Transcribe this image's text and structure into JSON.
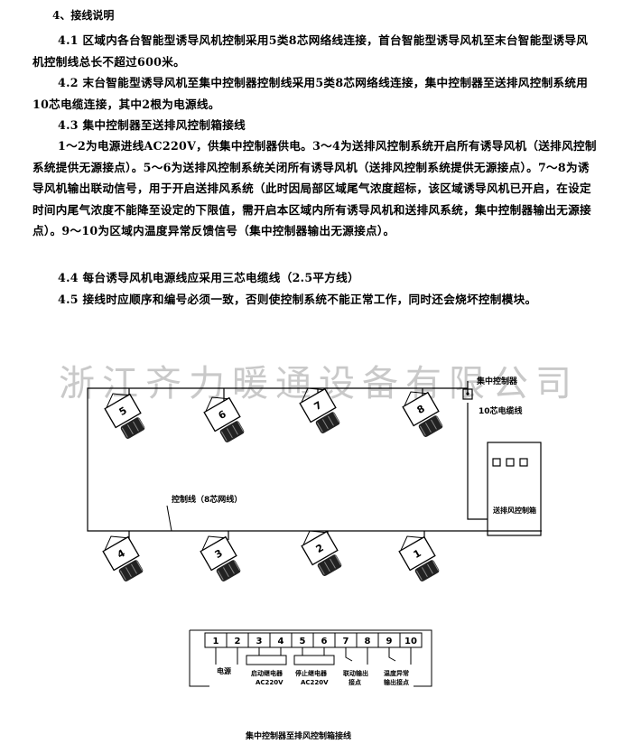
{
  "section": {
    "heading": "4、接线说明"
  },
  "paragraphs": [
    {
      "id": "p41",
      "text": "4.1 区域内各台智能型诱导风机控制采用5类8芯网络线连接，首台智能型诱导风机至末台智能型诱导风机控制线总长不超过600米。"
    },
    {
      "id": "p42",
      "text": "4.2 末台智能型诱导风机至集中控制器控制线采用5类8芯网络线连接，集中控制器至送排风控制系统用10芯电缆连接，其中2根为电源线。"
    },
    {
      "id": "p43",
      "text": "4.3 集中控制器至送排风控制箱接线"
    },
    {
      "id": "p43b",
      "text": "1～2为电源进线AC220V，供集中控制器供电。3～4为送排风控制系统开启所有诱导风机（送排风控制系统提供无源接点）。5～6为送排风控制系统关闭所有诱导风机（送排风控制系统提供无源接点）。7～8为诱导风机输出联动信号，用于开启送排风系统（此时因局部区域尾气浓度超标，该区域诱导风机已开启，在设定时间内尾气浓度不能降至设定的下限值，需开启本区域内所有诱导风机和送排风系统，集中控制器输出无源接点）。9～10为区域内温度异常反馈信号（集中控制器输出无源接点）。"
    },
    {
      "id": "p44",
      "text": "4.4 每台诱导风机电源线应采用三芯电缆线（2.5平方线）"
    },
    {
      "id": "p45",
      "text": "4.5 接线时应顺序和编号必须一致，否则使控制系统不能正常工作，同时还会烧坏控制模块。"
    }
  ],
  "watermark": "浙江齐力暖通设备有限公司",
  "diagram": {
    "fan_numbers": [
      "5",
      "6",
      "7",
      "8",
      "4",
      "3",
      "2",
      "1"
    ],
    "label_controller": "集中控制器",
    "label_cable": "10芯电缆线",
    "label_control_line": "控制线（8芯网线）",
    "label_box": "送排风控制箱"
  },
  "terminal": {
    "numbers": [
      "1",
      "2",
      "3",
      "4",
      "5",
      "6",
      "7",
      "8",
      "9",
      "10"
    ],
    "label_power": "电源",
    "label_start": "启动继电器",
    "label_start_v": "AC220V",
    "label_stop": "停止继电器",
    "label_stop_v": "AC220V",
    "label_link_1": "联动输出",
    "label_link_2": "接点",
    "label_temp_1": "温度异常",
    "label_temp_2": "输出接点",
    "caption": "集中控制器至排风控制箱接线"
  }
}
